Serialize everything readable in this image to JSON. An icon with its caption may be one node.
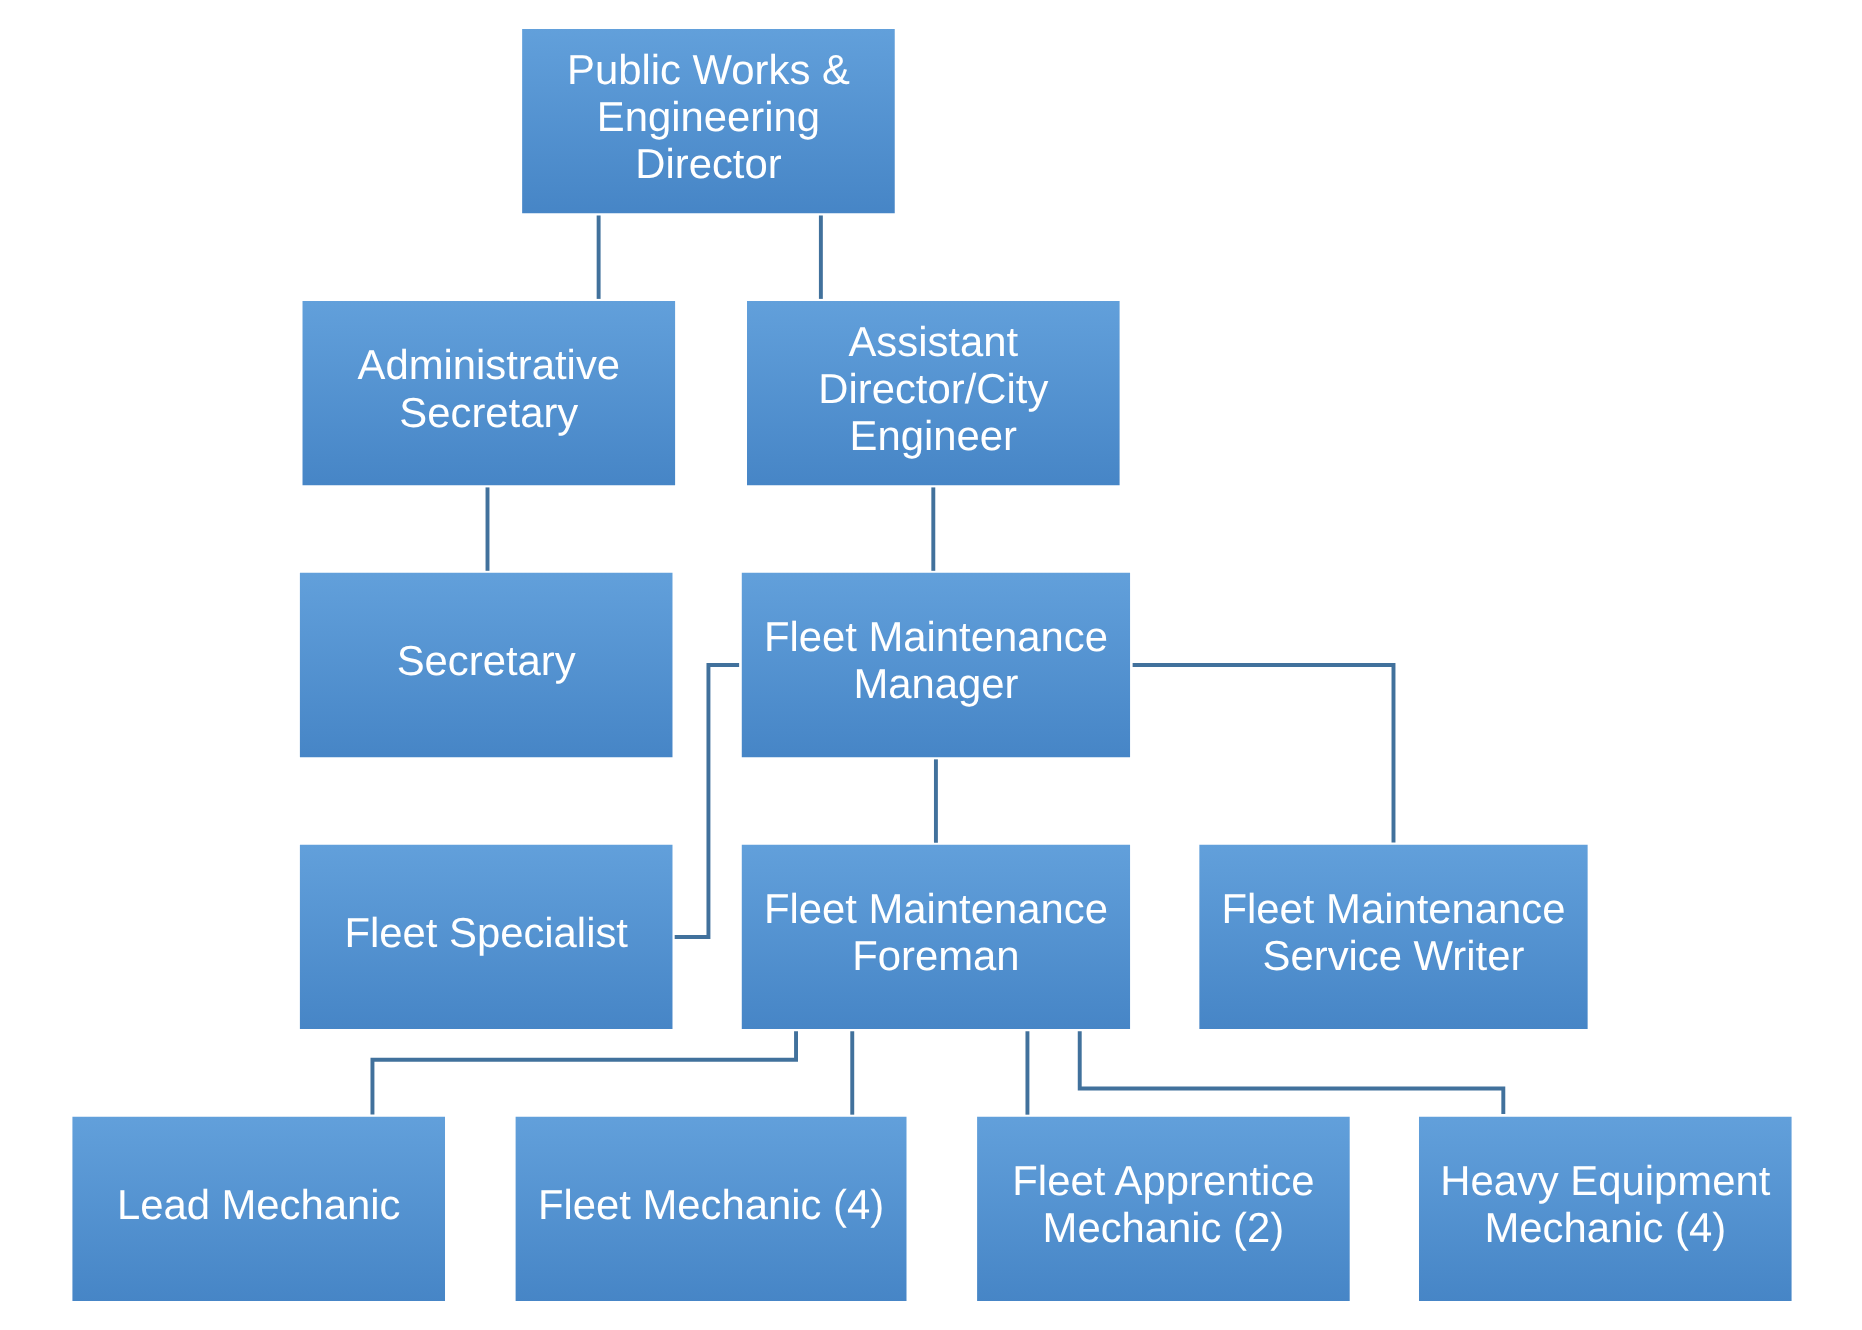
{
  "diagram": {
    "nodes": [
      {
        "text": [
          "Public Works & Engineering Director"
        ]
      },
      {
        "text": [
          "Administrative Secretary"
        ]
      },
      {
        "text": [
          "Assistant Director/City Engineer"
        ]
      },
      {
        "text": [
          "Secretary"
        ]
      },
      {
        "text": [
          "Fleet Maintenance Manager"
        ]
      },
      {
        "text": [
          "Fleet Specialist"
        ]
      },
      {
        "text": [
          "Fleet Maintenance Foreman"
        ]
      },
      {
        "text": [
          "Fleet Maintenance Service Writer"
        ]
      },
      {
        "text": [
          "Lead Mechanic"
        ]
      },
      {
        "text": [
          "Fleet Mechanic (4)"
        ]
      },
      {
        "text": [
          "Fleet Apprentice Mechanic (2)"
        ]
      },
      {
        "text": [
          "Heavy Equipment Mechanic (4)"
        ]
      }
    ],
    "edges": [
      {
        "from": 0,
        "to": 1,
        "arrow": "none"
      },
      {
        "from": 0,
        "to": 2,
        "arrow": "none"
      },
      {
        "from": 1,
        "to": 3,
        "arrow": "none"
      },
      {
        "from": 2,
        "to": 4,
        "arrow": "none"
      },
      {
        "from": 4,
        "to": 5,
        "arrow": "none"
      },
      {
        "from": 4,
        "to": 6,
        "arrow": "none"
      },
      {
        "from": 4,
        "to": 7,
        "arrow": "none"
      },
      {
        "from": 6,
        "to": 8,
        "arrow": "none"
      },
      {
        "from": 6,
        "to": 9,
        "arrow": "none"
      },
      {
        "from": 6,
        "to": 10,
        "arrow": "none"
      },
      {
        "from": 6,
        "to": 11,
        "arrow": "none"
      }
    ]
  }
}
